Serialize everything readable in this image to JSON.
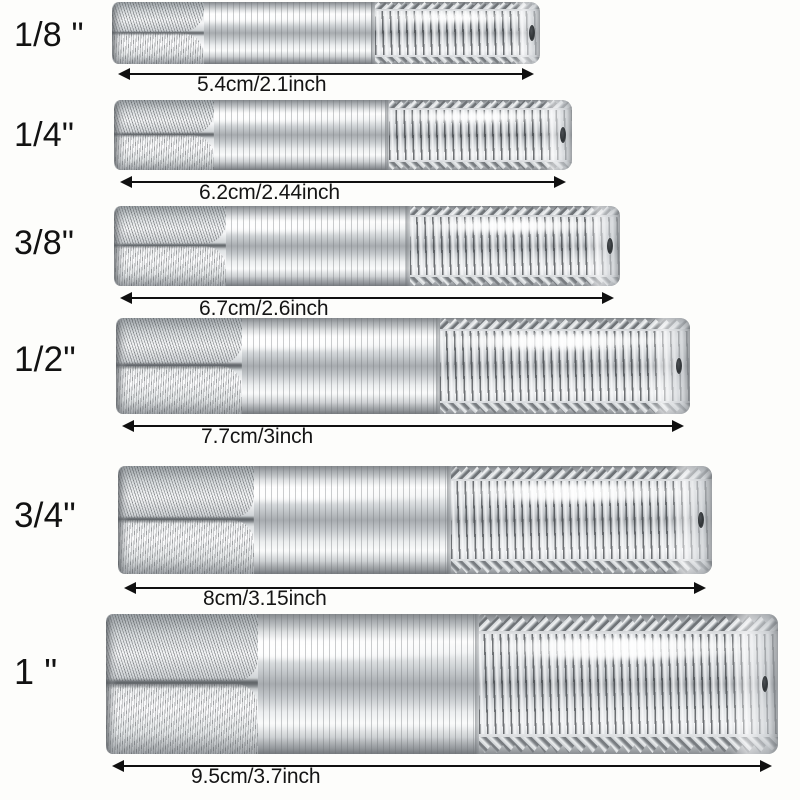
{
  "image": {
    "subject": "pipe-tap-size-chart",
    "background_color": "#fdfdfb",
    "text_color": "#121212",
    "metal_color": "#c8cccf"
  },
  "rows": [
    {
      "size_label": "1/8 \"",
      "dimension": "5.4cm/2.1inch",
      "cm": 5.4,
      "inch": 2.1
    },
    {
      "size_label": "1/4\"",
      "dimension": "6.2cm/2.44inch",
      "cm": 6.2,
      "inch": 2.44
    },
    {
      "size_label": "3/8\"",
      "dimension": "6.7cm/2.6inch",
      "cm": 6.7,
      "inch": 2.6
    },
    {
      "size_label": "1/2\"",
      "dimension": "7.7cm/3inch",
      "cm": 7.7,
      "inch": 3
    },
    {
      "size_label": "3/4\"",
      "dimension": "8cm/3.15inch",
      "cm": 8,
      "inch": 3.15
    },
    {
      "size_label": "1 \"",
      "dimension": "9.5cm/3.7inch",
      "cm": 9.5,
      "inch": 3.7
    }
  ]
}
